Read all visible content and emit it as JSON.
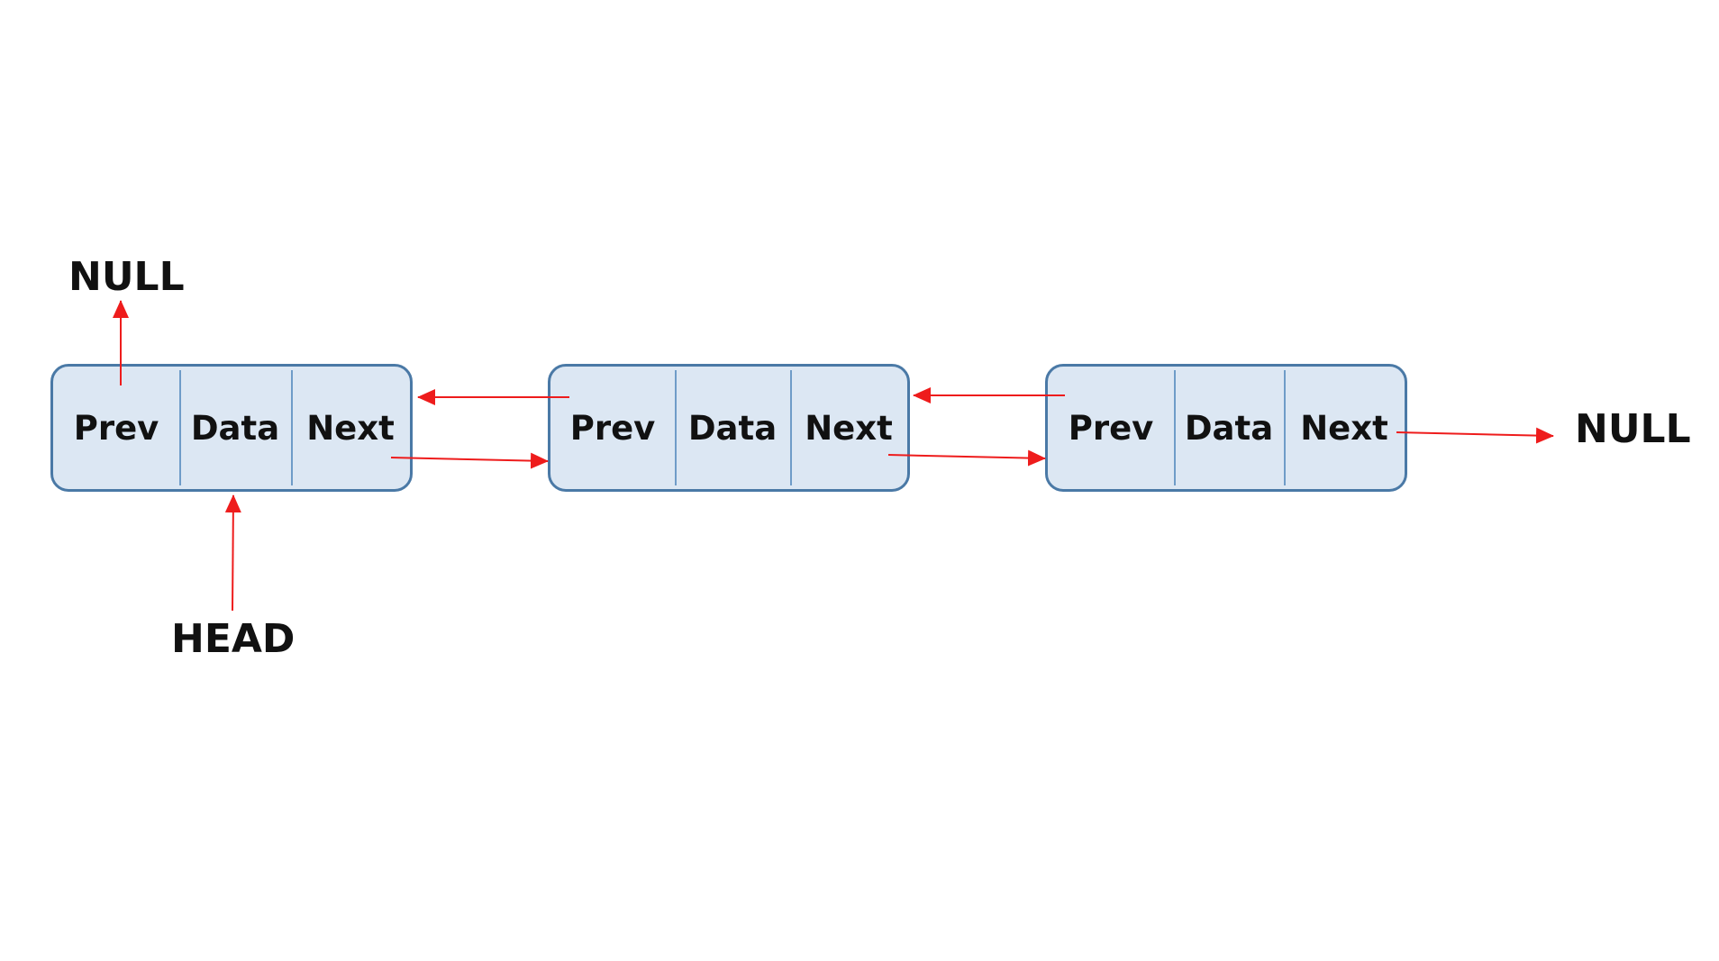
{
  "nodes": [
    {
      "prev": "Prev",
      "data": "Data",
      "next": "Next"
    },
    {
      "prev": "Prev",
      "data": "Data",
      "next": "Next"
    },
    {
      "prev": "Prev",
      "data": "Data",
      "next": "Next"
    }
  ],
  "labels": {
    "null_left": "NULL",
    "null_right": "NULL",
    "head": "HEAD"
  },
  "colors": {
    "node_fill": "#dce7f3",
    "node_border": "#4a79a6",
    "arrow": "#ee1c1c"
  }
}
